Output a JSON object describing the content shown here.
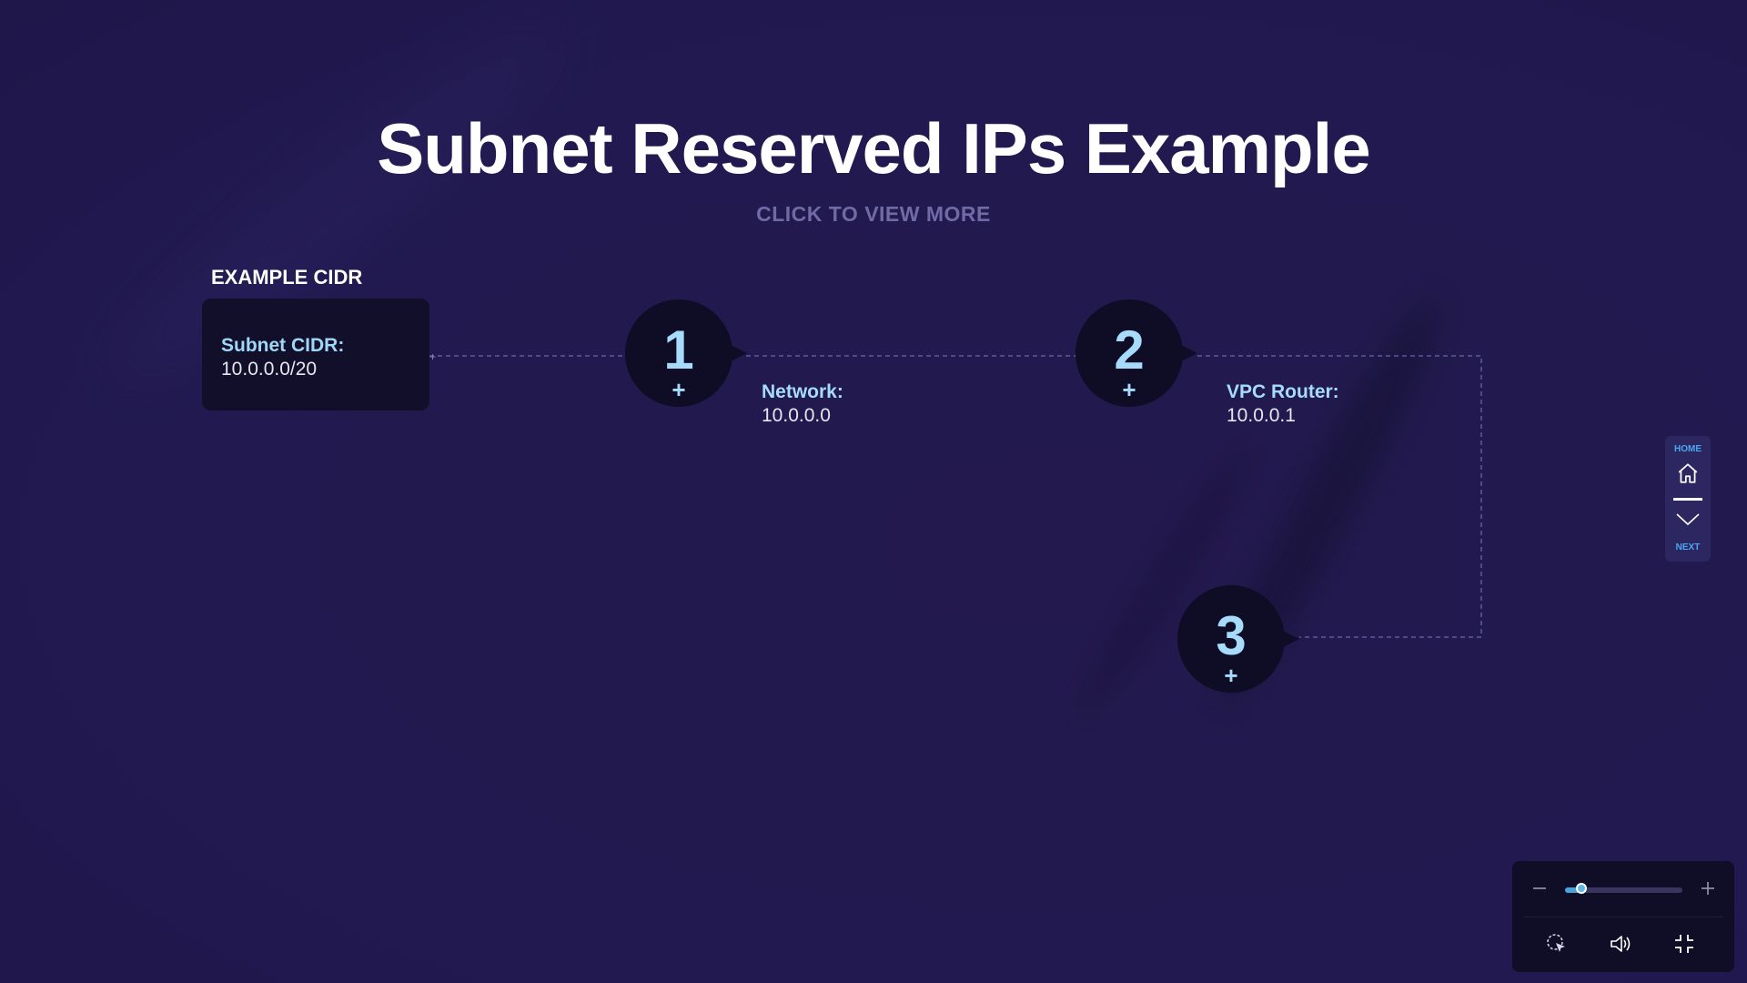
{
  "slide": {
    "title": "Subnet Reserved IPs Example",
    "subtitle": "CLICK TO VIEW MORE"
  },
  "cidr": {
    "heading": "EXAMPLE CIDR",
    "label": "Subnet CIDR:",
    "value": "10.0.0.0/20"
  },
  "nodes": [
    {
      "number": "1",
      "plus": "+",
      "label": "Network:",
      "value": "10.0.0.0"
    },
    {
      "number": "2",
      "plus": "+",
      "label": "VPC Router:",
      "value": "10.0.0.1"
    },
    {
      "number": "3",
      "plus": "+"
    }
  ],
  "side_nav": {
    "home_label": "HOME",
    "next_label": "NEXT",
    "home_icon": "home-icon",
    "next_icon": "chevron-down-icon"
  },
  "controls": {
    "zoom_out_icon": "minus-icon",
    "zoom_in_icon": "plus-icon",
    "zoom_level": 0.14,
    "pointer_icon": "cursor-click-icon",
    "volume_icon": "volume-icon",
    "exit_fullscreen_icon": "exit-fullscreen-icon"
  },
  "colors": {
    "background": "#221a4e",
    "accent": "#a6dcfa",
    "node_fill": "#0f0c26",
    "subtitle": "#6f6ba6",
    "nav_label": "#4aa8f0"
  }
}
